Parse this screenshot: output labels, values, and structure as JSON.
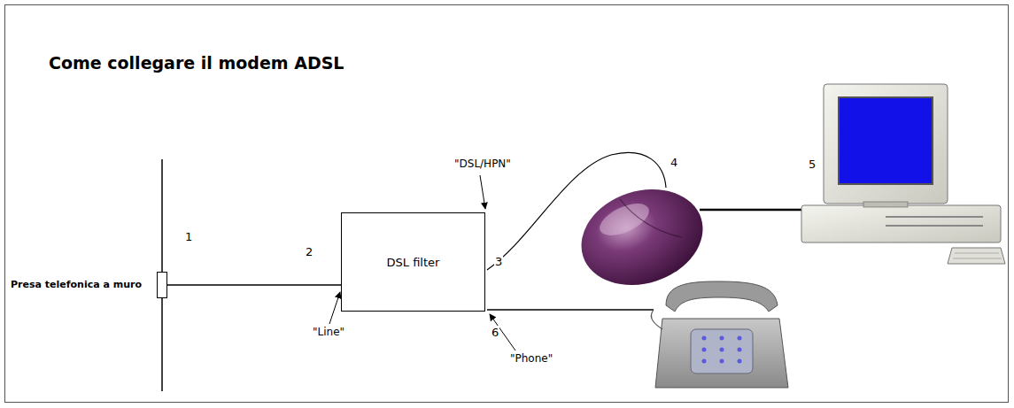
{
  "diagram": {
    "title": "Come collegare il modem ADSL",
    "nodes": [
      {
        "text": [
          "Presa telefonica a muro"
        ]
      },
      {
        "text": [
          "DSL filter"
        ]
      }
    ],
    "edges": [
      {
        "from": 0,
        "to": 1,
        "arrow": "none"
      }
    ],
    "labels": [
      "1",
      "2",
      "\"Line\"",
      "\"DSL/HPN\"",
      "3",
      "4",
      "5",
      "6",
      "\"Phone\""
    ]
  }
}
